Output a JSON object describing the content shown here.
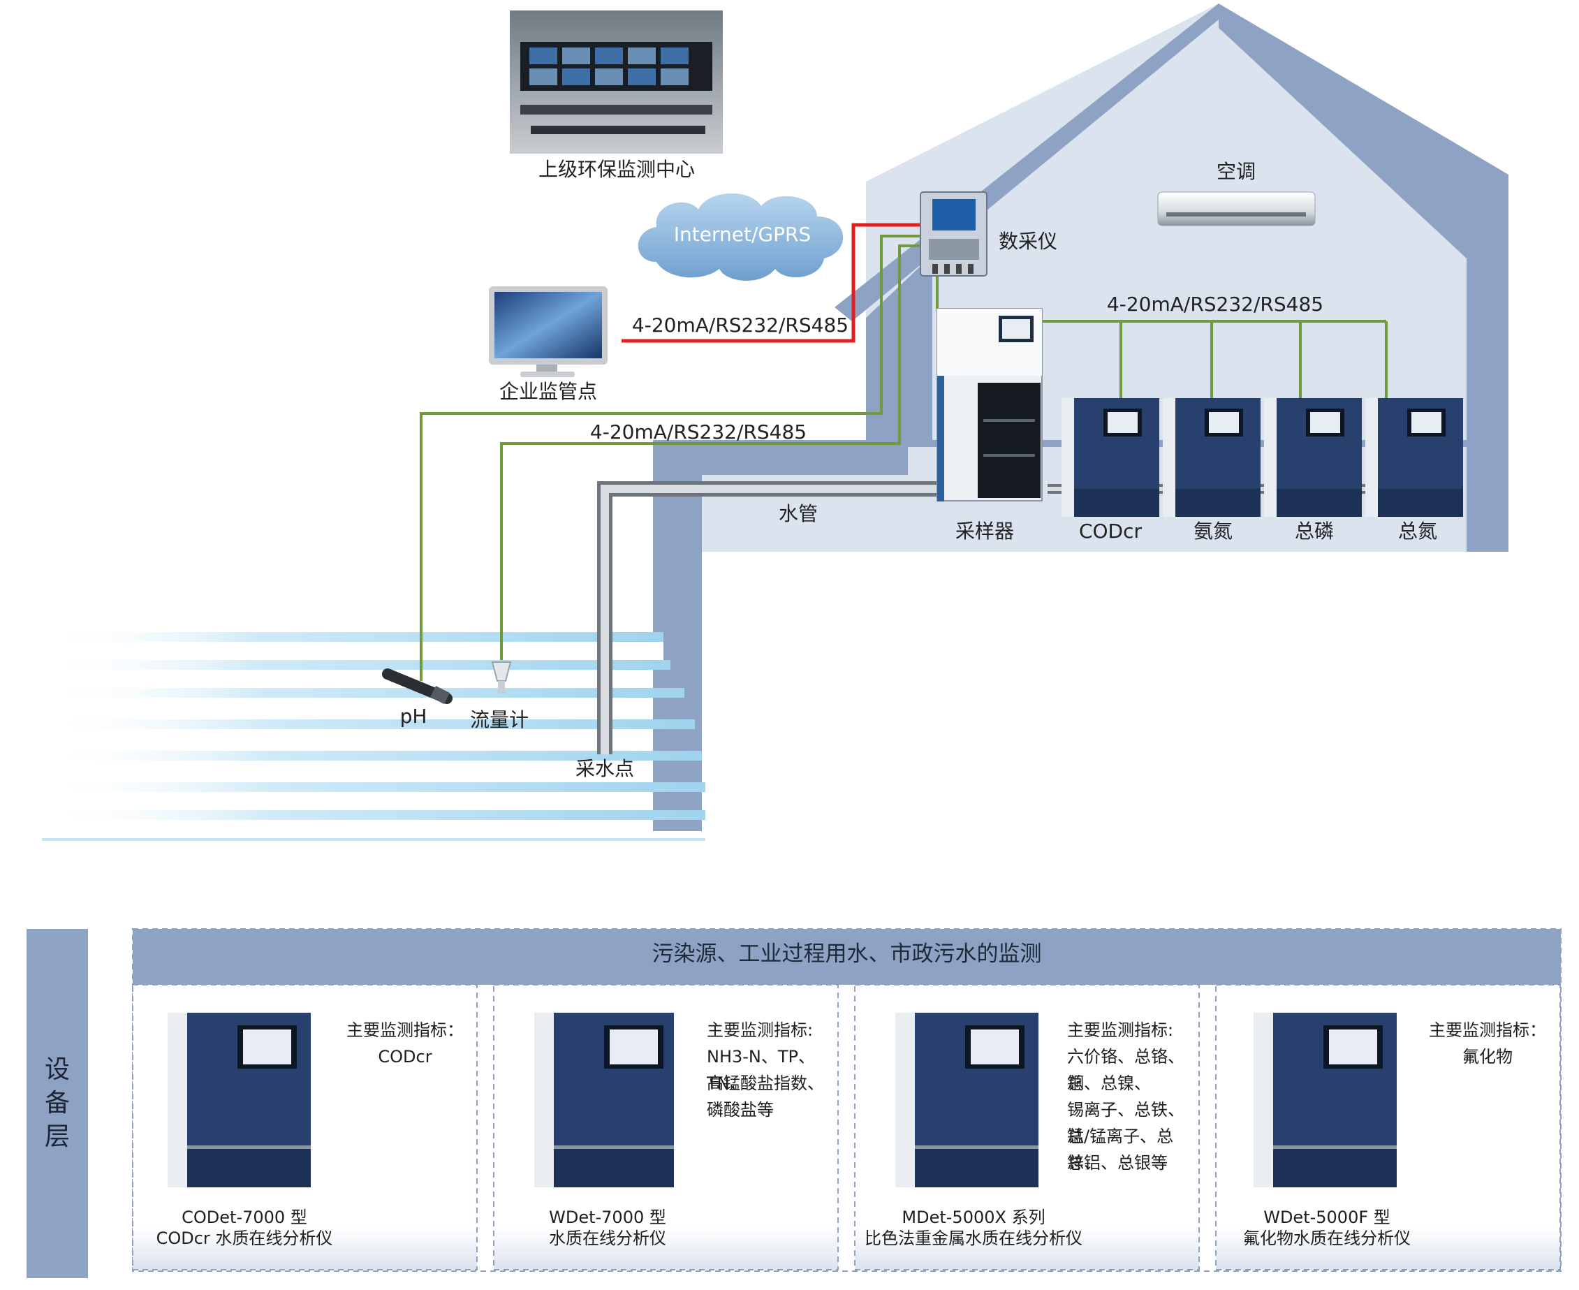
{
  "labels": {
    "monitoring_center": "上级环保监测中心",
    "internet": "Internet/GPRS",
    "data_collector": "数采仪",
    "air_conditioner": "空调",
    "enterprise_station": "企业监管点",
    "signal_top_right": "4-20mA/RS232/RS485",
    "signal_left": "4-20mA/RS232/RS485",
    "signal_mid": "4-20mA/RS232/RS485",
    "water_pipe": "水管",
    "sampler": "采样器",
    "analyzers": [
      "CODcr",
      "氨氮",
      "总磷",
      "总氮"
    ],
    "ph": "pH",
    "flowmeter": "流量计",
    "sampling_point": "采水点"
  },
  "device_layer": {
    "side_label": [
      "设",
      "备",
      "层"
    ],
    "header": "污染源、工业过程用水、市政污水的监测",
    "products": [
      {
        "indicator_title": "主要监测指标：",
        "indicator_lines": [
          "CODcr"
        ],
        "model": "CODet-7000 型",
        "name": "CODcr 水质在线分析仪"
      },
      {
        "indicator_title": "主要监测指标:",
        "indicator_lines": [
          "NH3-N、TP、TN、",
          "高锰酸盐指数、",
          "磷酸盐等"
        ],
        "model": "WDet-7000 型",
        "name": "水质在线分析仪"
      },
      {
        "indicator_title": "主要监测指标:",
        "indicator_lines": [
          "六价铬、总铬、总",
          "铜、总镍、",
          "锡离子、总铁、总",
          "锰/锰离子、总锌、",
          "总铝、总银等"
        ],
        "model": "MDet-5000X 系列",
        "name": "比色法重金属水质在线分析仪"
      },
      {
        "indicator_title": "主要监测指标：",
        "indicator_lines": [
          "氟化物"
        ],
        "model": "WDet-5000F 型",
        "name": "氟化物水质在线分析仪"
      }
    ]
  },
  "colors": {
    "house_dark": "#8ea3c4",
    "house_light": "#dbe3ef",
    "green_line": "#6f9a3e",
    "red_line": "#e02020",
    "device_blue": "#27406e",
    "water": "#a9d8ef"
  }
}
